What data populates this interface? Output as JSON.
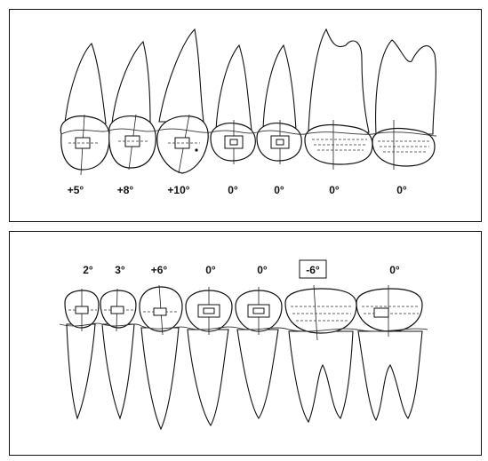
{
  "upper_arch": {
    "angles": [
      "+5°",
      "+8°",
      "+10°",
      "0°",
      "0°",
      "0°",
      "0°"
    ]
  },
  "lower_arch": {
    "angles": [
      "2°",
      "3°",
      "+6°",
      "0°",
      "0°",
      "-6°",
      "0°"
    ],
    "boxed_index": 5
  }
}
